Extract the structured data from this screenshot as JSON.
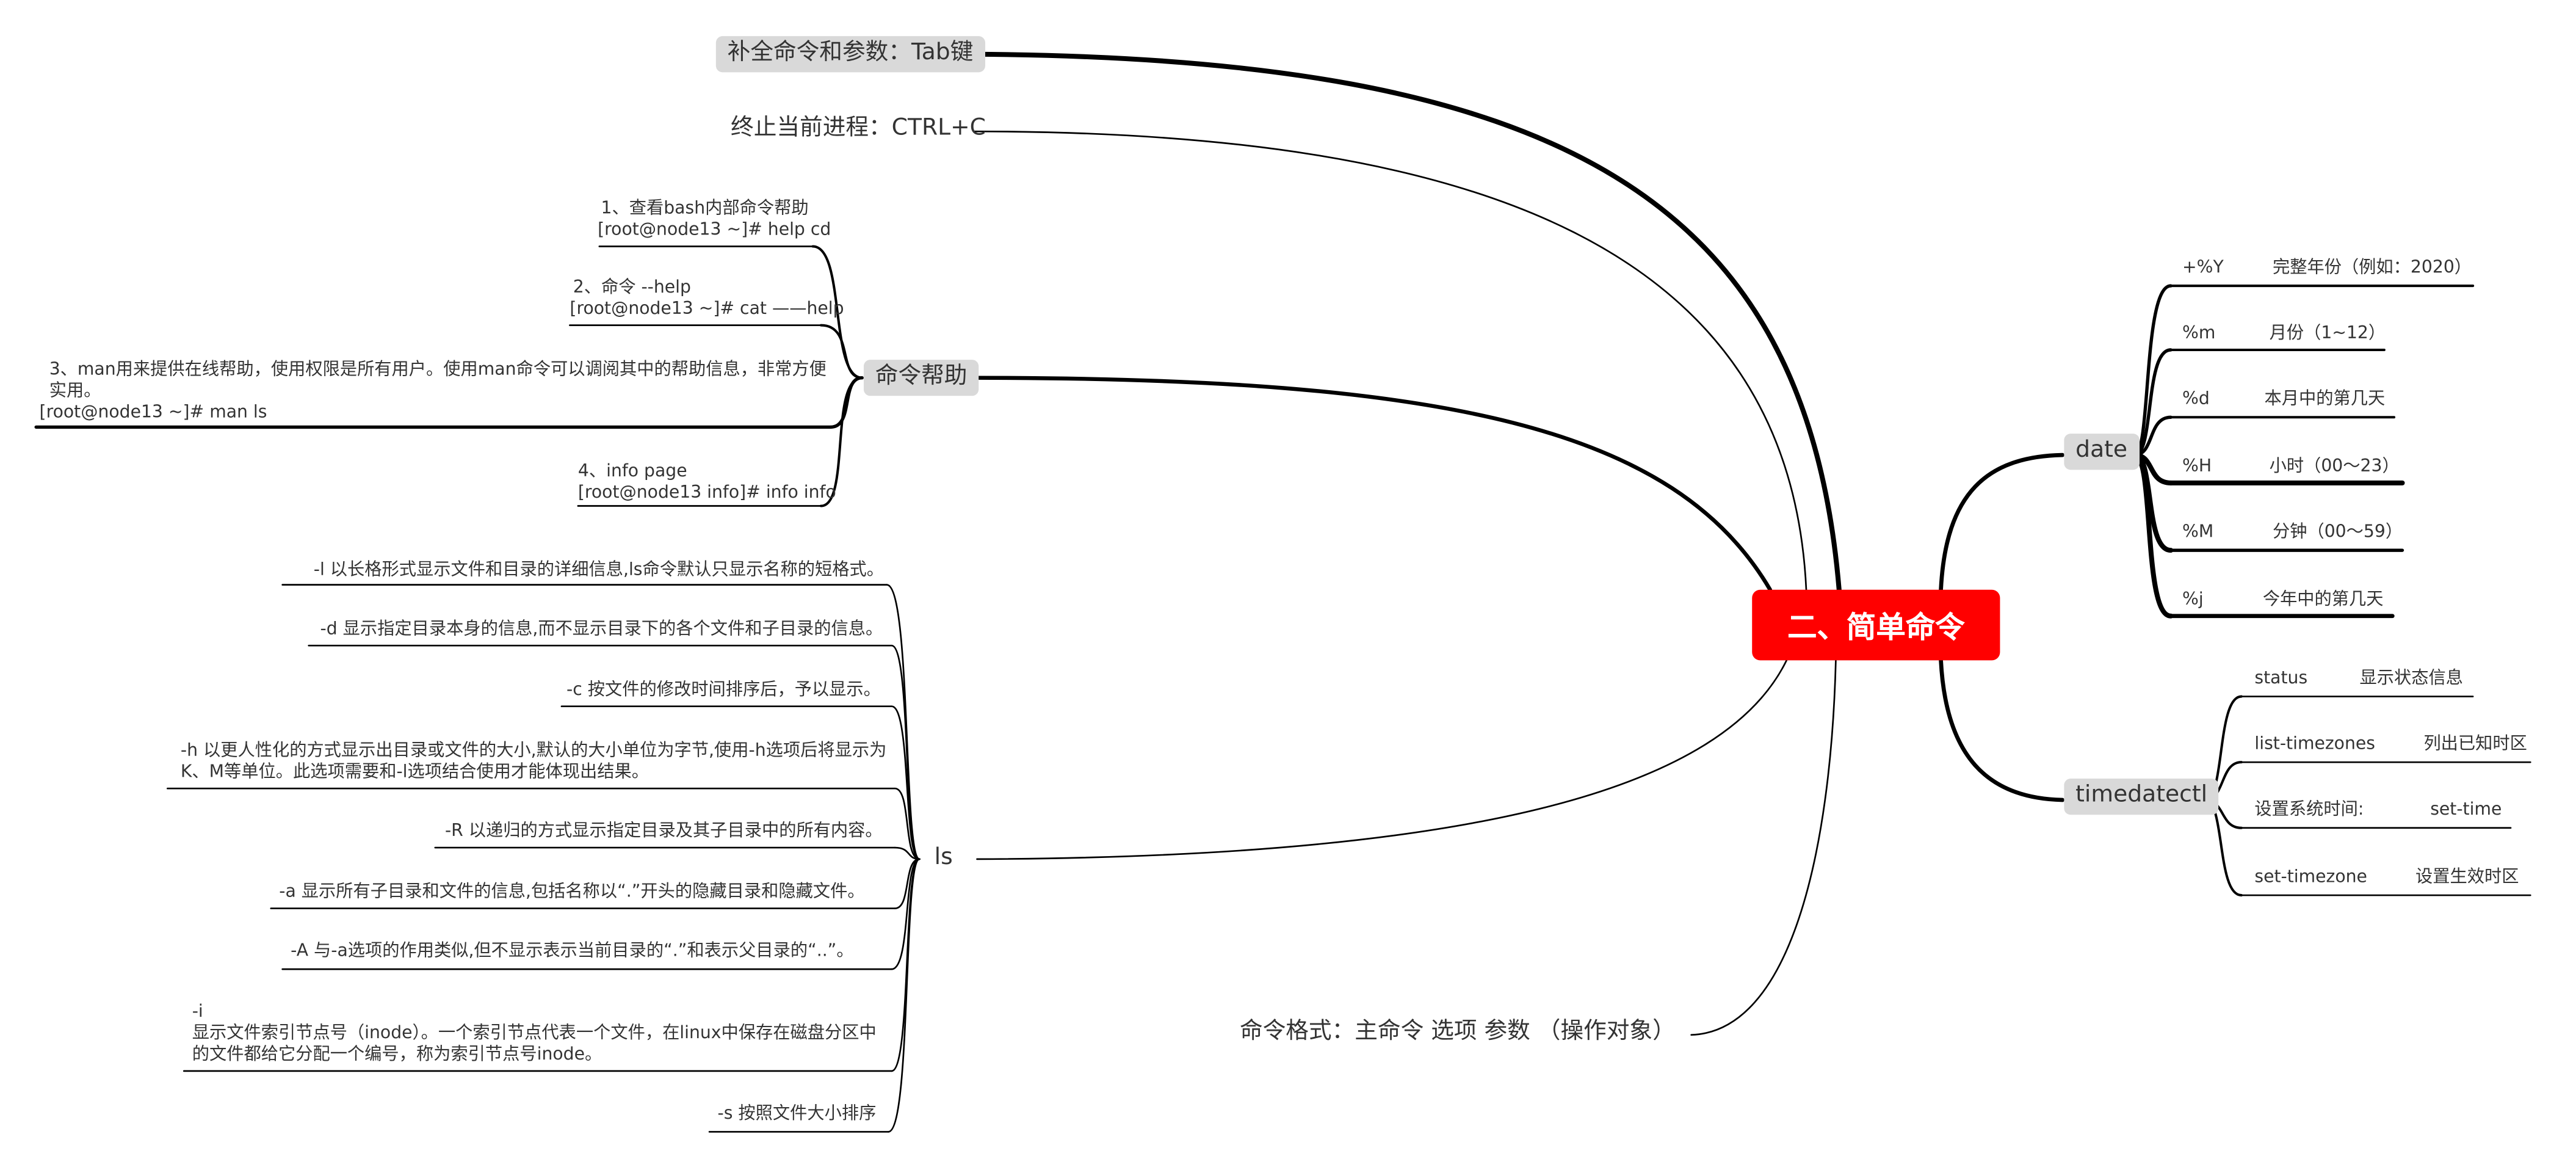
{
  "center": {
    "label": "二、简单命令"
  },
  "top_branches": {
    "tab": "补全命令和参数：Tab键",
    "ctrlc": "终止当前进程：CTRL+C",
    "format": "命令格式：主命令   选项   参数  （操作对象）"
  },
  "help": {
    "label": "命令帮助",
    "items": [
      {
        "line1": "1、查看bash内部命令帮助",
        "line2": "[root@node13 ~]# help cd"
      },
      {
        "line1": "2、命令 --help",
        "line2": "[root@node13 ~]# cat ——help"
      },
      {
        "line1": "3、man用来提供在线帮助，使用权限是所有用户。使用man命令可以调阅其中的帮助信息，非常方便",
        "line2": "实用。",
        "line3": "[root@node13 ~]# man ls"
      },
      {
        "line1": "4、info page",
        "line2": "[root@node13 info]# info info"
      }
    ]
  },
  "ls": {
    "label": "ls",
    "options": [
      "-l 以长格形式显示文件和目录的详细信息,ls命令默认只显示名称的短格式。",
      "-d 显示指定目录本身的信息,而不显示目录下的各个文件和子目录的信息。",
      "-c 按文件的修改时间排序后，予以显示。",
      "-h 以更人性化的方式显示出目录或文件的大小,默认的大小单位为字节,使用-h选项后将显示为",
      "K、M等单位。此选项需要和-l选项结合使用才能体现出结果。",
      "-R 以递归的方式显示指定目录及其子目录中的所有内容。",
      "-a 显示所有子目录和文件的信息,包括名称以“.”开头的隐藏目录和隐藏文件。",
      "-A 与-a选项的作用类似,但不显示表示当前目录的“.”和表示父目录的“..”。",
      "-i",
      "显示文件索引节点号（inode）。一个索引节点代表一个文件，在linux中保存在磁盘分区中",
      "的文件都给它分配一个编号，称为索引节点号inode。",
      "-s 按照文件大小排序"
    ]
  },
  "date": {
    "label": "date",
    "items": [
      {
        "code": "+%Y",
        "desc": "完整年份（例如：2020）"
      },
      {
        "code": "%m",
        "desc": "月份（1~12）"
      },
      {
        "code": "%d",
        "desc": "本月中的第几天"
      },
      {
        "code": "%H",
        "desc": "小时（00～23）"
      },
      {
        "code": "%M",
        "desc": "分钟（00～59）"
      },
      {
        "code": "%j",
        "desc": "今年中的第几天"
      }
    ]
  },
  "timedatectl": {
    "label": "timedatectl",
    "items": [
      {
        "code": "status",
        "desc": "显示状态信息"
      },
      {
        "code": "list-timezones",
        "desc": "列出已知时区"
      },
      {
        "code": "设置系统时间:",
        "desc": "set-time"
      },
      {
        "code": "set-timezone",
        "desc": "设置生效时区"
      }
    ]
  },
  "colors": {
    "center_fill": "#ff0000",
    "pill_fill": "#d9d9d9",
    "line": "#000000",
    "text": "#333333"
  }
}
